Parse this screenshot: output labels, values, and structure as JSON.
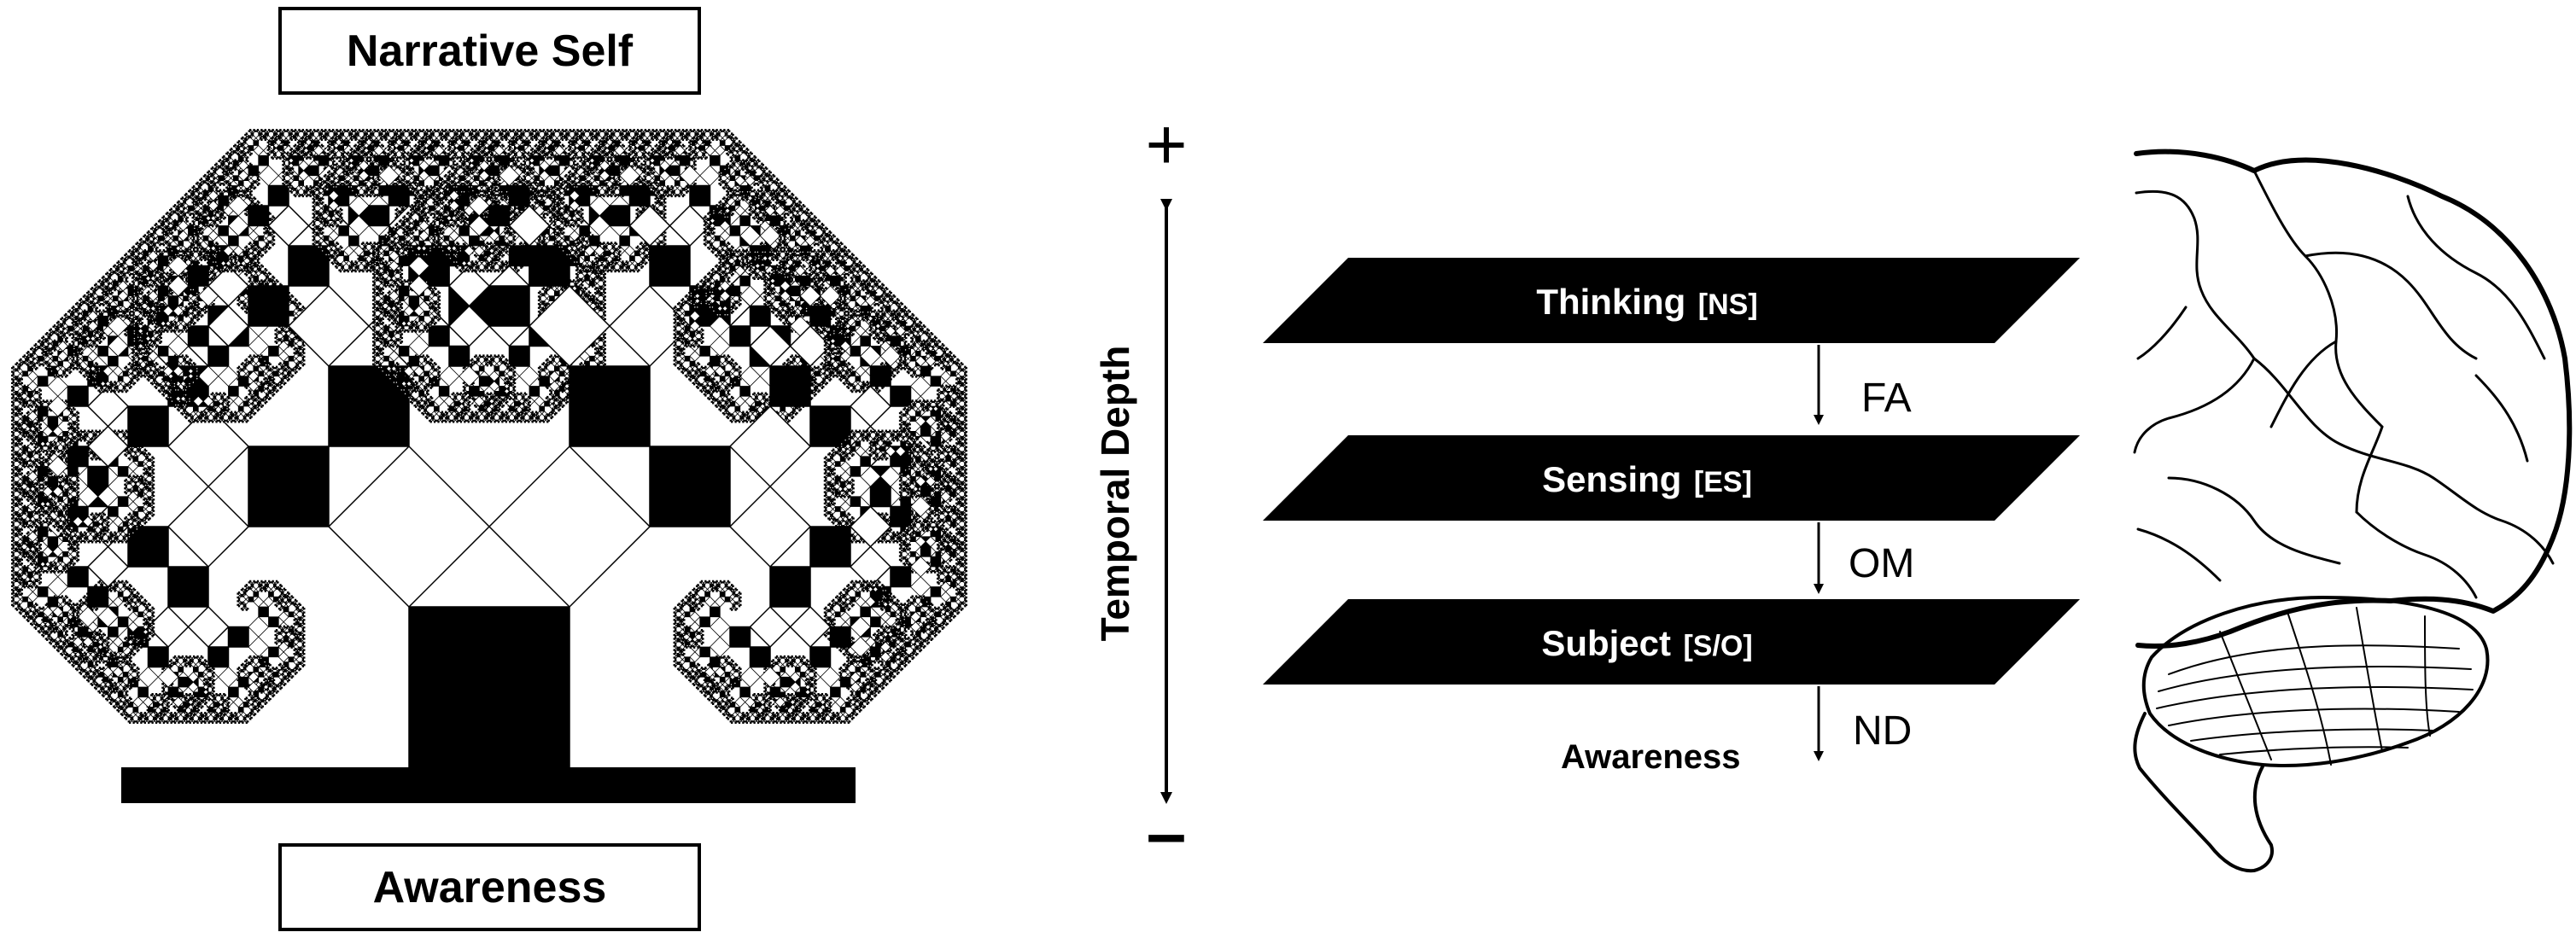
{
  "tree": {
    "top_label": "Narrative Self",
    "bottom_label": "Awareness"
  },
  "axis": {
    "label": "Temporal Depth",
    "plus": "+",
    "minus": "–"
  },
  "layers": [
    {
      "name": "Thinking",
      "abbr": "[NS]"
    },
    {
      "name": "Sensing",
      "abbr": "[ES]"
    },
    {
      "name": "Subject",
      "abbr": "[S/O]"
    }
  ],
  "transitions": [
    "FA",
    "OM",
    "ND"
  ],
  "base_label": "Awareness",
  "colors": {
    "ink": "#000000",
    "paper": "#ffffff"
  }
}
